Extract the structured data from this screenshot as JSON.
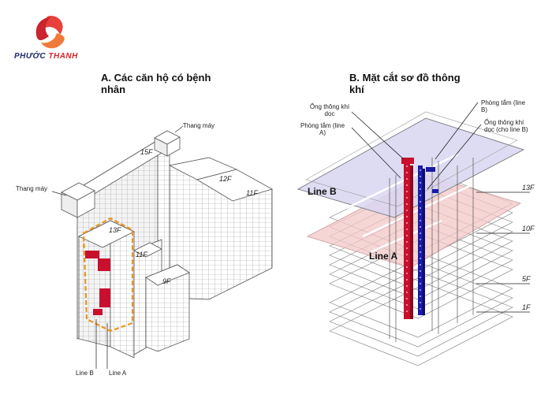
{
  "logo": {
    "text_left": "PHƯỚC ",
    "text_right": "THANH",
    "left_color": "#1f2a6b",
    "right_color": "#d9262b"
  },
  "panel_a": {
    "title": "A. Các căn hộ có bệnh nhân",
    "labels": {
      "elevator_top": "Thang máy",
      "elevator_left": "Thang máy",
      "line_b": "Line B",
      "line_a": "Line A"
    },
    "floors": [
      "15F",
      "12F",
      "11F",
      "13F",
      "11F",
      "9F"
    ]
  },
  "panel_b": {
    "title": "B. Mặt cắt sơ đồ thông khí",
    "labels": {
      "vent_duct": "Ống thông khí dọc",
      "bath_a": "Phòng tắm (line A)",
      "bath_b": "Phòng tắm (line B)",
      "vent_duct_b": "Ống thông khí dọc (cho line B)",
      "line_b": "Line B",
      "line_a": "Line A"
    },
    "floors": [
      "13F",
      "10F",
      "5F",
      "1F"
    ]
  },
  "colors": {
    "red": "#c8102e",
    "blue": "#1a1aa8",
    "orange": "#e8961e",
    "pink_fill": "#f3c7c7",
    "lavender_fill": "#d8d6f0"
  }
}
